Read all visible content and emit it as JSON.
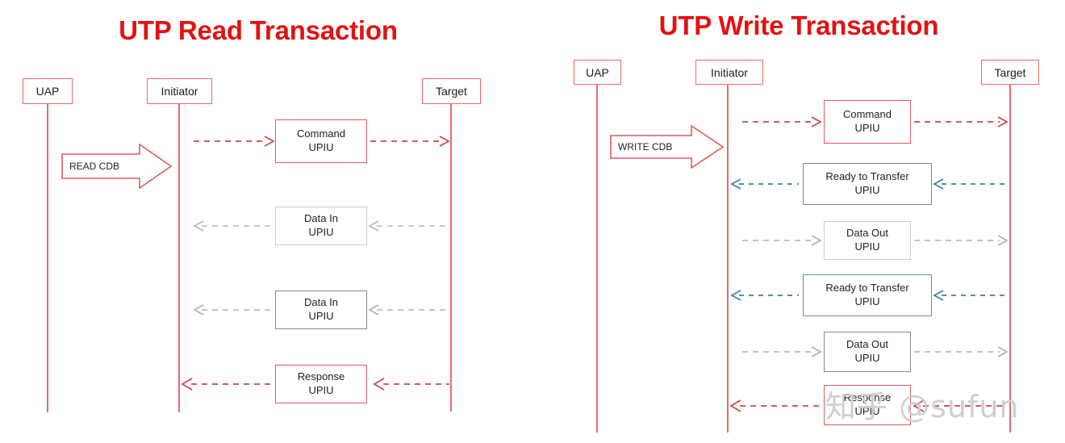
{
  "page": {
    "background": "#ffffff",
    "accent_red": "#e21212",
    "line_red": "#e8696b",
    "box_red": "#e05b5e",
    "box_gray_light": "#cdcdcd",
    "box_gray_dark": "#8a8a8a",
    "box_teal": "#5e97a6",
    "watermark": "知乎 @sufun"
  },
  "read_diagram": {
    "title": "UTP Read Transaction",
    "actors": [
      {
        "label": "UAP"
      },
      {
        "label": "Initiator"
      },
      {
        "label": "Target"
      }
    ],
    "cdb": {
      "label": "READ CDB"
    },
    "messages": [
      {
        "line1": "Command",
        "line2": "UPIU",
        "border": "red",
        "direction": "right",
        "arrow_color": "#c9484b"
      },
      {
        "line1": "Data In",
        "line2": "UPIU",
        "border": "gray-light",
        "direction": "left",
        "arrow_color": "#b8b8b8"
      },
      {
        "line1": "Data In",
        "line2": "UPIU",
        "border": "gray-dark",
        "direction": "left",
        "arrow_color": "#b0b0b0"
      },
      {
        "line1": "Response",
        "line2": "UPIU",
        "border": "red",
        "direction": "left",
        "arrow_color": "#c9484b"
      }
    ]
  },
  "write_diagram": {
    "title": "UTP Write Transaction",
    "actors": [
      {
        "label": "UAP"
      },
      {
        "label": "Initiator"
      },
      {
        "label": "Target"
      }
    ],
    "cdb": {
      "label": "WRITE CDB"
    },
    "messages": [
      {
        "line1": "Command",
        "line2": "UPIU",
        "border": "red",
        "direction": "right",
        "arrow_color": "#c9484b"
      },
      {
        "line1": "Ready to Transfer",
        "line2": "UPIU",
        "border": "teal",
        "direction": "left",
        "arrow_color": "#40808f"
      },
      {
        "line1": "Data Out",
        "line2": "UPIU",
        "border": "gray-light",
        "direction": "right",
        "arrow_color": "#b0b0b0"
      },
      {
        "line1": "Ready to Transfer",
        "line2": "UPIU",
        "border": "teal",
        "direction": "left",
        "arrow_color": "#40808f"
      },
      {
        "line1": "Data Out",
        "line2": "UPIU",
        "border": "gray-dark",
        "direction": "right",
        "arrow_color": "#b0b0b0"
      },
      {
        "line1": "Response",
        "line2": "UPIU",
        "border": "red",
        "direction": "left",
        "arrow_color": "#c9484b"
      }
    ]
  }
}
